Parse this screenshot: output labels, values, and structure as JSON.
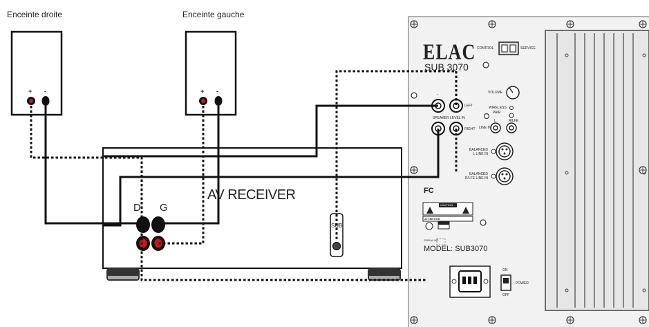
{
  "speakers": {
    "right_label": "Enceinte droite",
    "left_label": "Enceinte gauche",
    "plus": "+",
    "minus": "-"
  },
  "receiver": {
    "title": "AV RECEIVER",
    "out_d": "D",
    "out_g": "G",
    "sub_label": "SUB"
  },
  "subwoofer": {
    "brand": "ELAC",
    "model": "SUB 3070",
    "control": "CONTROL",
    "service": "SERVICE",
    "volume": "VOLUME",
    "wireless": "WIRELESS",
    "pair": "PAIR",
    "left": "LEFT",
    "right": "RIGHT",
    "speaker_level_in": "SPEAKER LEVEL IN",
    "line_in": "LINE IN",
    "l": "L",
    "rlfe": "R/LFE",
    "balanced_l": "BALANCED L LINE IN",
    "balanced_rlfe": "BALANCED R/LFE LINE IN",
    "fc": "FC",
    "caution": "CAUTION",
    "attention": "ATTENTION",
    "serial": "SERIAL NO.",
    "model_label": "MODEL: SUB3070",
    "on": "ON",
    "off": "OFF",
    "power": "POWER",
    "minus": "-"
  },
  "colors": {
    "line": "#111111",
    "terminal_red": "#d0141c",
    "panel": "#f2f2f2",
    "heatsink": "#e6e6e6",
    "foot": "#333333"
  }
}
